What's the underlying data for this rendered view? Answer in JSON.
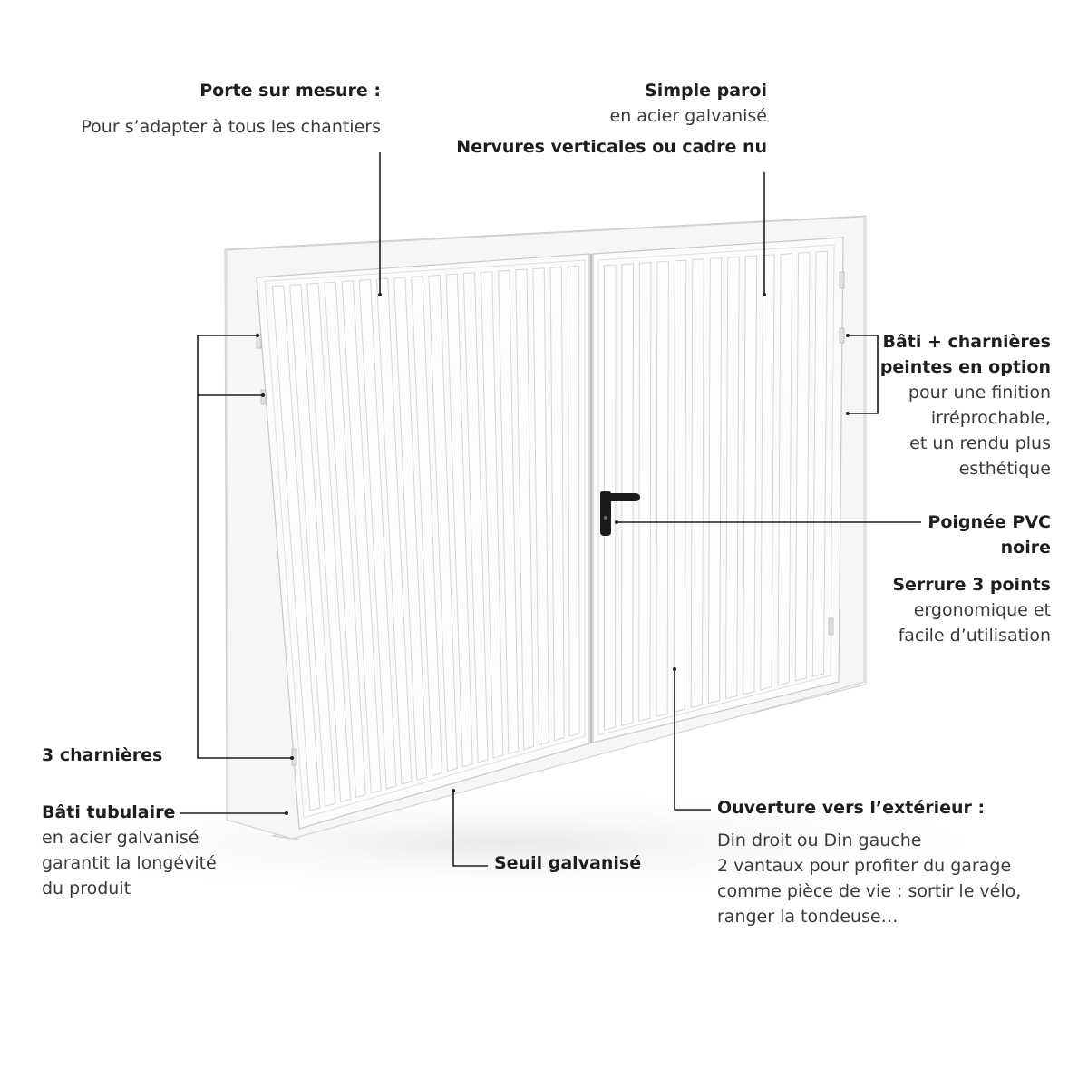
{
  "annotations": {
    "porte": {
      "title": "Porte sur mesure :",
      "desc": "Pour s’adapter à tous les chantiers"
    },
    "paroi": {
      "title": "Simple paroi",
      "desc": "en acier galvanisé",
      "title2": "Nervures verticales ou cadre nu"
    },
    "bati_option": {
      "title1": "Bâti + charnières",
      "title2": "peintes en option",
      "desc1": "pour une finition",
      "desc2": "irréprochable,",
      "desc3": "et un rendu plus",
      "desc4": "esthétique"
    },
    "poignee": {
      "title1": "Poignée PVC",
      "title2": "noire"
    },
    "serrure": {
      "title": "Serrure 3 points",
      "desc1": "ergonomique et",
      "desc2": "facile d’utilisation"
    },
    "charnieres": {
      "title": "3 charnières"
    },
    "bati_tubulaire": {
      "title": "Bâti tubulaire",
      "desc1": "en acier galvanisé",
      "desc2": "garantit la longévité",
      "desc3": "du produit"
    },
    "seuil": {
      "title": "Seuil galvanisé"
    },
    "ouverture": {
      "title": "Ouverture vers l’extérieur :",
      "desc1": "Din droit ou Din gauche",
      "desc2": "2 vantaux pour profiter du garage",
      "desc3": "comme pièce de vie : sortir le vélo,",
      "desc4": "ranger la tondeuse…"
    }
  },
  "colors": {
    "door": "#fafafa",
    "frame": "#f4f4f4",
    "outline": "#cfcfcf",
    "rib_shadow": "#d9d9d9",
    "handle": "#1a1a1a",
    "leader": "#1e1e1e"
  }
}
